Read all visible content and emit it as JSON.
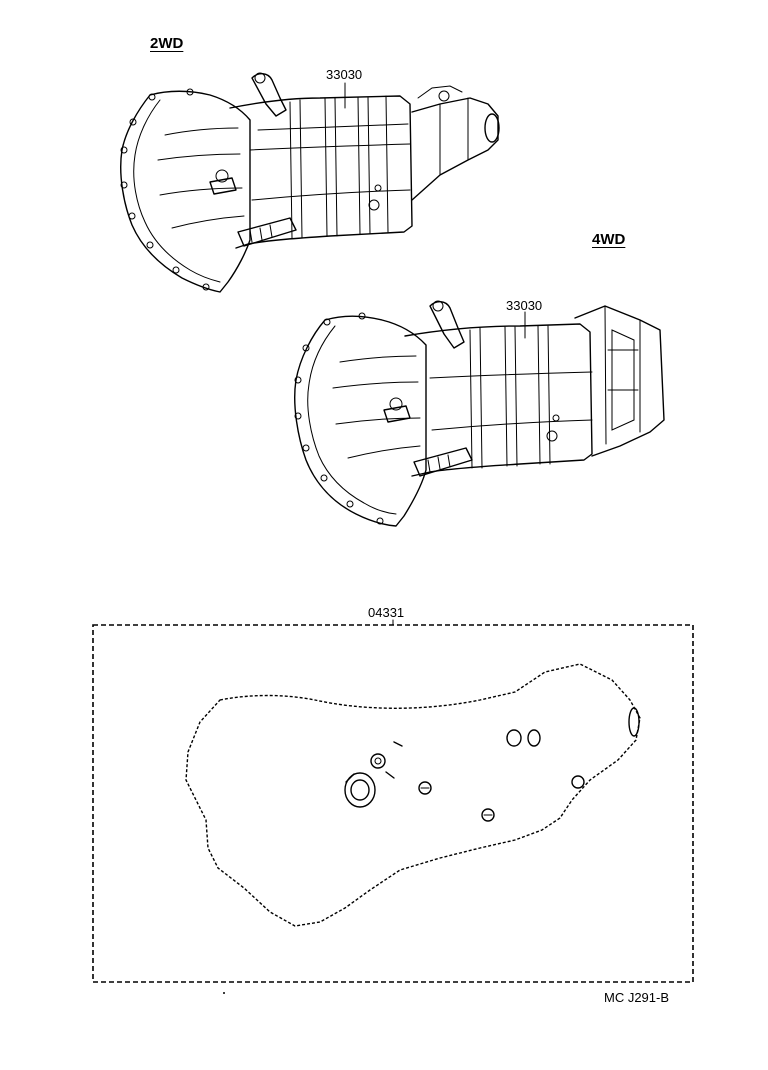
{
  "variants": [
    {
      "heading": "2WD",
      "part_number": "33030"
    },
    {
      "heading": "4WD",
      "part_number": "33030"
    }
  ],
  "gasket_kit": {
    "part_number": "04331"
  },
  "figure_code": "MC J291-B"
}
